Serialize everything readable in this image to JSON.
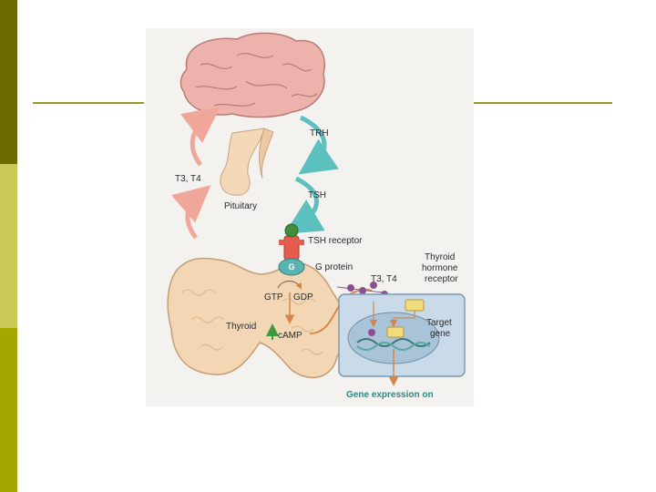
{
  "slide": {
    "accent_colors": {
      "band_dark": "#6b6b00",
      "band_light": "#c9c95a",
      "band_mid": "#a6a600",
      "rule": "#9a9a2a"
    }
  },
  "diagram": {
    "labels": {
      "trh": "TRH",
      "t3t4_left": "T3, T4",
      "tsh": "TSH",
      "pituitary": "Pituitary",
      "tsh_receptor": "TSH receptor",
      "g_glyph": "G",
      "g_protein": "G protein",
      "t3t4_right": "T3, T4",
      "thyroid_receptor_1": "Thyroid",
      "thyroid_receptor_2": "hormone",
      "thyroid_receptor_3": "receptor",
      "gtp": "GTP",
      "gdp": "GDP",
      "thyroid": "Thyroid",
      "camp": "cAMP",
      "target_1": "Target",
      "target_2": "gene",
      "gene_expression": "Gene expression on"
    }
  }
}
